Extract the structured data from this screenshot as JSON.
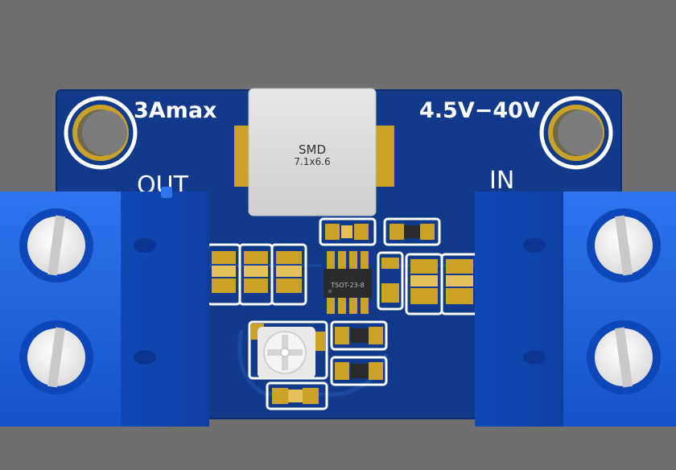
{
  "board": {
    "current_label": "3Amax",
    "voltage_label": "4.5V−40V",
    "out_label": "OUT",
    "in_label": "IN",
    "out_partial_label": "U",
    "colors": {
      "background": "#6f6f6f",
      "pcb": "#123a8a",
      "silkscreen": "#ffffff",
      "pad": "#c9a227",
      "terminal_block": "#1a5ed8",
      "inductor": "#dadada"
    }
  },
  "inductor": {
    "label": "SMD",
    "size_label": "7.1x6.6"
  },
  "ic": {
    "label": "TSOT-23-8"
  }
}
